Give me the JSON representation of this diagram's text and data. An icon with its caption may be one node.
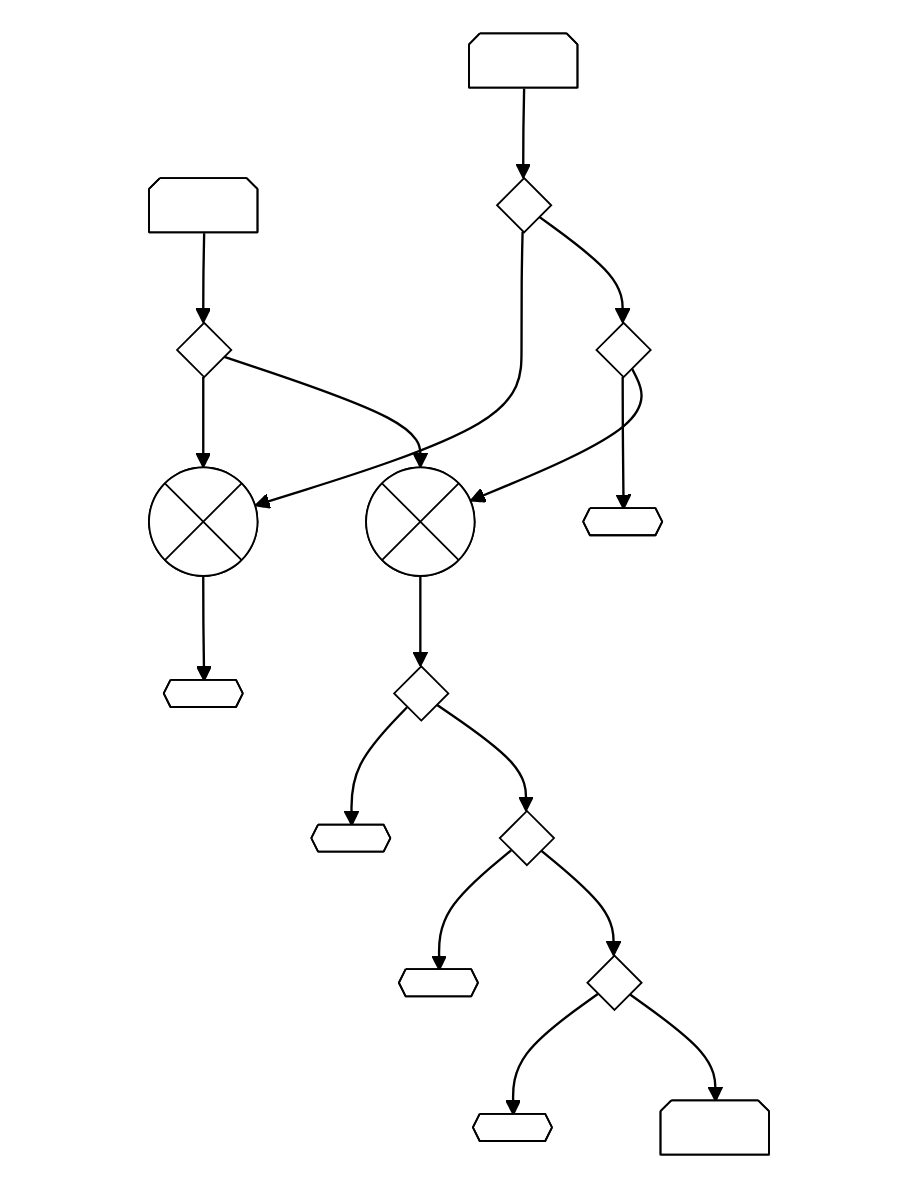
{
  "diagram": {
    "nodes": [
      {
        "text": [],
        "shape": "pentagon"
      },
      {
        "text": [],
        "shape": "pentagon"
      },
      {
        "text": [],
        "shape": "diamond"
      },
      {
        "text": [],
        "shape": "circle"
      },
      {
        "text": [],
        "shape": "diamond"
      },
      {
        "text": [],
        "shape": "hexagon"
      },
      {
        "text": [],
        "shape": "hexagon"
      },
      {
        "text": [],
        "shape": "diamond"
      },
      {
        "text": [],
        "shape": "circle"
      },
      {
        "text": [],
        "shape": "diamond"
      },
      {
        "text": [],
        "shape": "hexagon"
      },
      {
        "text": [],
        "shape": "diamond"
      },
      {
        "text": [],
        "shape": "hexagon"
      },
      {
        "text": [],
        "shape": "diamond"
      },
      {
        "text": [],
        "shape": "hexagon"
      },
      {
        "text": [],
        "shape": "pentagon"
      }
    ],
    "edges": [
      {
        "from": 0,
        "to": 2,
        "arrow": "to"
      },
      {
        "from": 1,
        "to": 4,
        "arrow": "to"
      },
      {
        "from": 2,
        "to": 3,
        "arrow": "to"
      },
      {
        "from": 4,
        "to": 3,
        "arrow": "to"
      },
      {
        "from": 3,
        "to": 5,
        "arrow": "to"
      },
      {
        "from": 4,
        "to": 7,
        "arrow": "to"
      },
      {
        "from": 7,
        "to": 6,
        "arrow": "to"
      },
      {
        "from": 2,
        "to": 8,
        "arrow": "to"
      },
      {
        "from": 7,
        "to": 8,
        "arrow": "to"
      },
      {
        "from": 8,
        "to": 9,
        "arrow": "to"
      },
      {
        "from": 9,
        "to": 10,
        "arrow": "to"
      },
      {
        "from": 9,
        "to": 11,
        "arrow": "to"
      },
      {
        "from": 11,
        "to": 12,
        "arrow": "to"
      },
      {
        "from": 11,
        "to": 13,
        "arrow": "to"
      },
      {
        "from": 13,
        "to": 14,
        "arrow": "to"
      },
      {
        "from": 13,
        "to": 15,
        "arrow": "to"
      }
    ]
  }
}
